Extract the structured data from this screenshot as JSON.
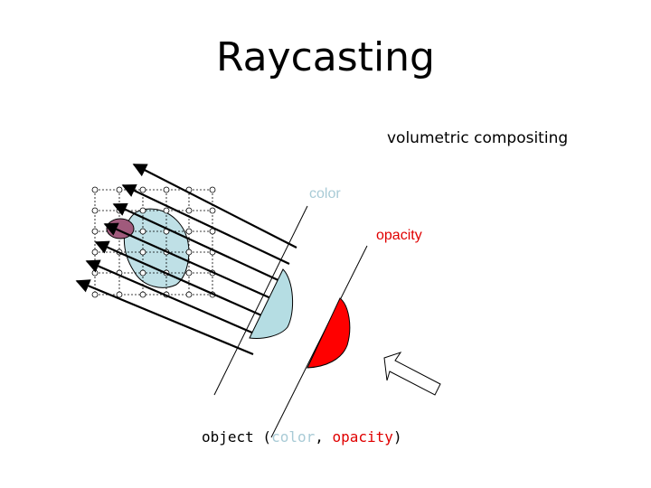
{
  "title": "Raycasting",
  "subtitle": "volumetric compositing",
  "labels": {
    "color": "color",
    "opacity": "opacity"
  },
  "caption": {
    "prefix": "object (",
    "color_word": "color",
    "separator": ", ",
    "opacity_word": "opacity",
    "suffix": ")"
  },
  "colors": {
    "color_accent": "#a9cbd6",
    "opacity_accent": "#e00000",
    "volume_fill": "#bfe0e6",
    "color_blob_fill": "#b5dde3",
    "opacity_blob_fill": "#ff0000",
    "object_fill": "#a05a7c"
  }
}
